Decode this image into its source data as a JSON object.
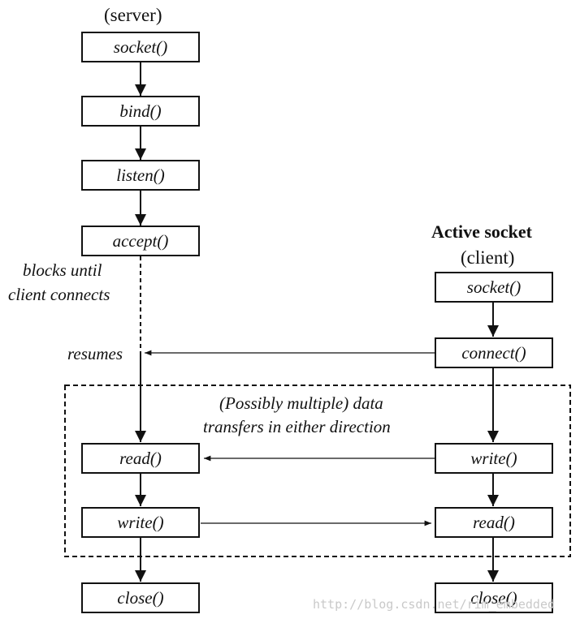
{
  "server": {
    "header": "(server)",
    "boxes": [
      "socket()",
      "bind()",
      "listen()",
      "accept()",
      "read()",
      "write()",
      "close()"
    ],
    "blocks_note": [
      "blocks until",
      "client connects"
    ],
    "resumes_label": "resumes"
  },
  "client": {
    "title": "Active socket",
    "header": "(client)",
    "boxes": [
      "socket()",
      "connect()",
      "write()",
      "read()",
      "close()"
    ]
  },
  "data_transfer_note": [
    "(Possibly multiple) data",
    "transfers in either direction"
  ],
  "watermark": "http://blog.csdn.net/rim_embedded"
}
